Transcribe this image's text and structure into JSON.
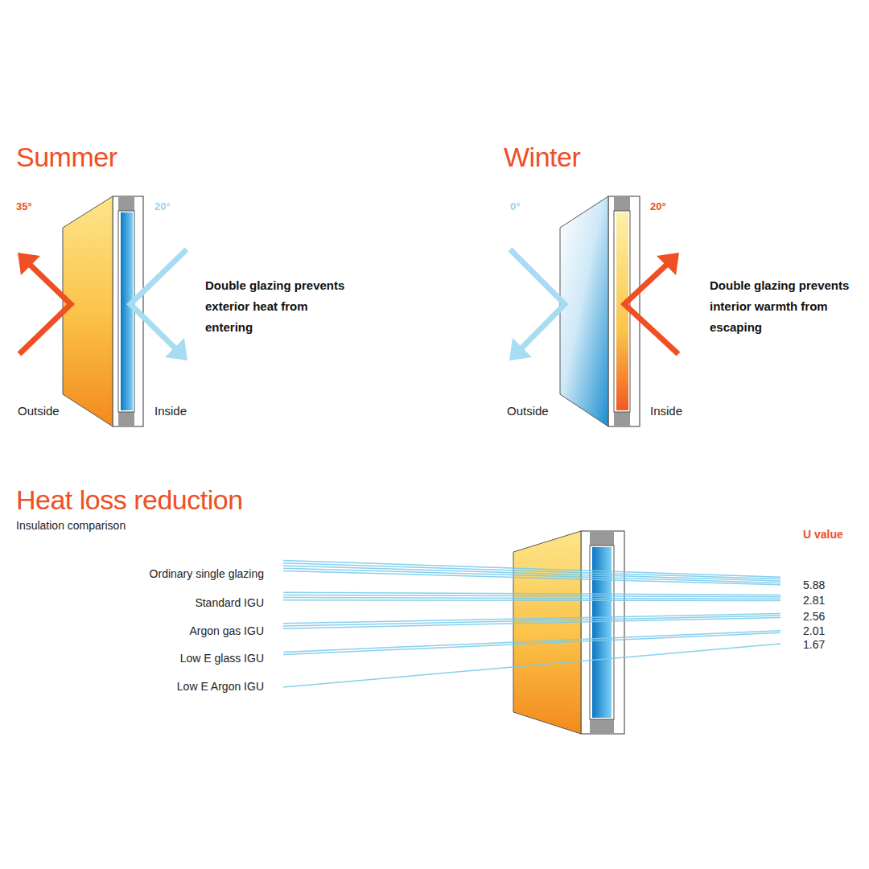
{
  "diagram": {
    "labels": [
      "Summer",
      "35°",
      "20°",
      "Double glazing prevents exterior heat from entering",
      "Outside",
      "Inside",
      "Winter",
      "0°",
      "20°",
      "Double glazing prevents interior warmth from escaping",
      "Outside",
      "Inside",
      "Heat loss reduction",
      "Insulation comparison",
      "U value",
      "Ordinary single glazing",
      "Standard IGU",
      "Argon gas IGU",
      "Low E glass IGU",
      "Low E Argon IGU",
      "5.88",
      "2.81",
      "2.56",
      "2.01",
      "1.67"
    ]
  }
}
